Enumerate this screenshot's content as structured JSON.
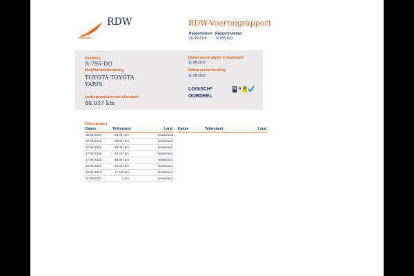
{
  "header": {
    "brand": "RDW",
    "report_title": "RDW-Voertuigrapport",
    "meta": [
      {
        "label": "Rapportdatum",
        "value": "26-08-2026"
      },
      {
        "label": "Rapportnummer",
        "value": "32 055 820"
      }
    ]
  },
  "vehicle": {
    "plate_label": "Kenteken",
    "plate": "R-795-DG",
    "make_label": "Merk/Handelsbenaming",
    "make_line1": "TOYOTA TOYOTA",
    "make_line2": "YARIS",
    "odometer_label": "Laatst geregistreerde tellerstand",
    "odometer": "88.037 km",
    "first_nl_label": "Datum eerste afgifte in Nederland",
    "first_nl": "11-08-2022",
    "first_admission_label": "Datum eerste toelating",
    "first_admission": "11-08-2022",
    "verdict_line1": "LOGISCH*",
    "verdict_line2": "OORDEEL",
    "nap": {
      "n": "N",
      "a": "A",
      "p": "P",
      "check_color": "#1a9ad6"
    }
  },
  "odometer_table": {
    "title": "Tellerstanden",
    "headers": {
      "date": "Datum",
      "km": "Tellerstand",
      "country": "Land"
    },
    "rows": [
      {
        "date": "26-08-2026",
        "km": "88.037 km",
        "country": "Nederland"
      },
      {
        "date": "27-08-2026",
        "km": "88.037 km",
        "country": "Nederland"
      },
      {
        "date": "27-08-2026",
        "km": "88.037 km",
        "country": "Nederland"
      },
      {
        "date": "27-08-2026",
        "km": "88.037 km",
        "country": "Nederland"
      },
      {
        "date": "17-08-2026",
        "km": "88.037 km",
        "country": "Nederland"
      },
      {
        "date": "29-08-2024",
        "km": "38.924 km",
        "country": "Nederland"
      },
      {
        "date": "29-07-2023",
        "km": "17.615 km",
        "country": "Nederland"
      },
      {
        "date": "11-08-2022",
        "km": "0 km",
        "country": "Nederland"
      }
    ]
  },
  "colors": {
    "accent": "#e0601a",
    "navy": "#1c2a5e",
    "panel": "#ebe9ea"
  }
}
